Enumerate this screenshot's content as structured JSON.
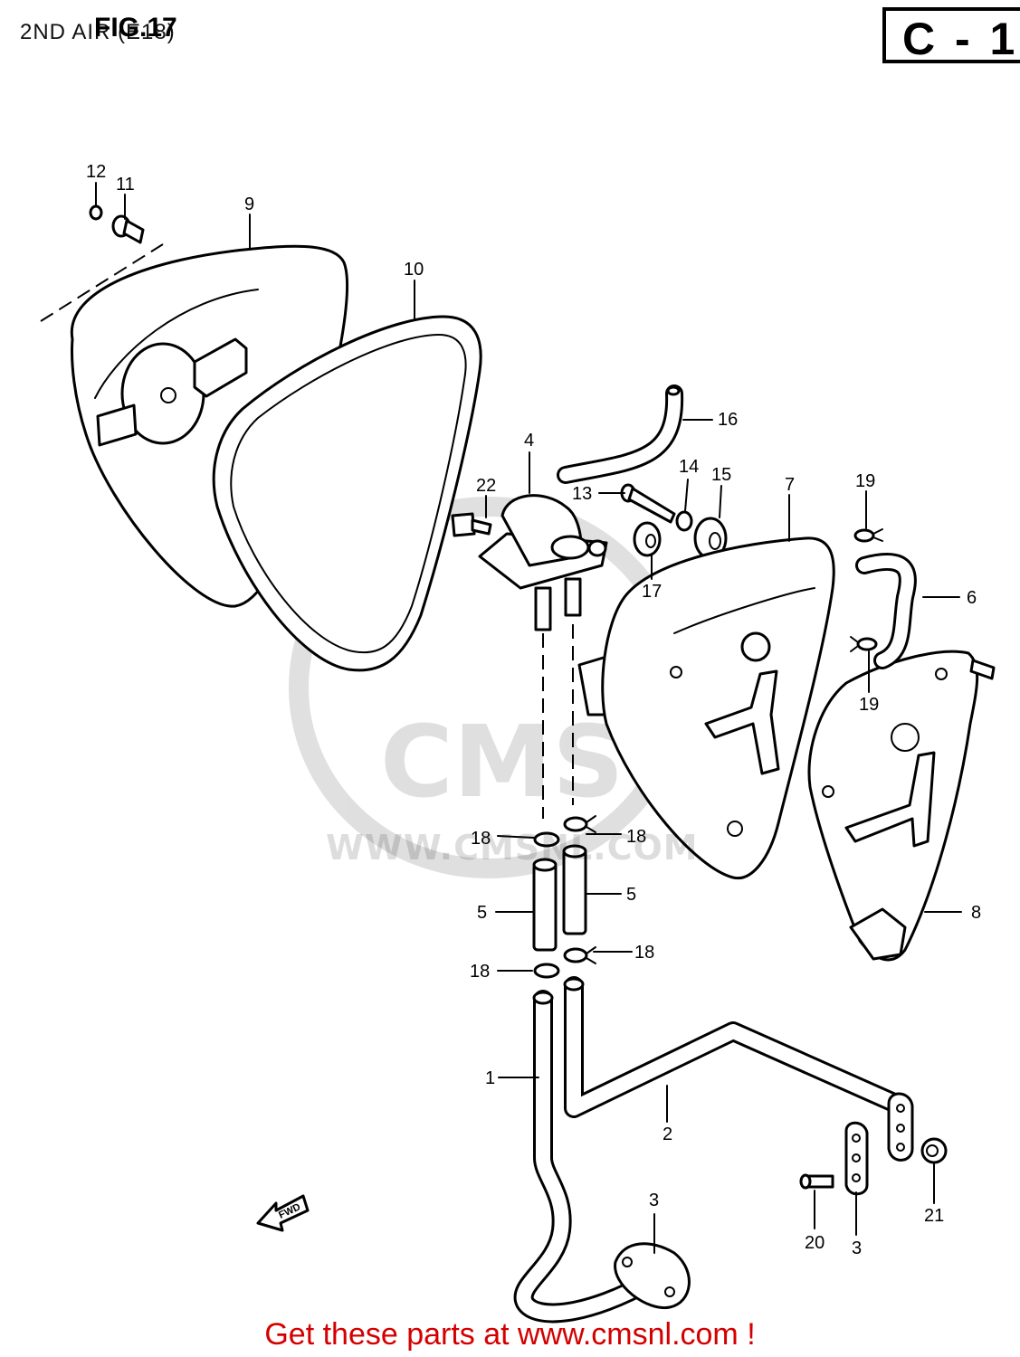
{
  "header": {
    "subtitle": "2ND AIR (E18)",
    "figure": "FIG.17",
    "page_code": "C - 1"
  },
  "watermark": {
    "text": "WWW.CMSNL.COM"
  },
  "footer": {
    "text": "Get these parts at www.cmsnl.com !"
  },
  "direction_label": "FWD",
  "callouts": {
    "c12": "12",
    "c11": "11",
    "c9": "9",
    "c10": "10",
    "c16": "16",
    "c4": "4",
    "c22": "22",
    "c13": "13",
    "c14": "14",
    "c15": "15",
    "c7": "7",
    "c19a": "19",
    "c6": "6",
    "c19b": "19",
    "c17": "17",
    "c18a": "18",
    "c18b": "18",
    "c5a": "5",
    "c5b": "5",
    "c18c": "18",
    "c18d": "18",
    "c8": "8",
    "c1": "1",
    "c2": "2",
    "c3a": "3",
    "c20": "20",
    "c3b": "3",
    "c21": "21"
  }
}
